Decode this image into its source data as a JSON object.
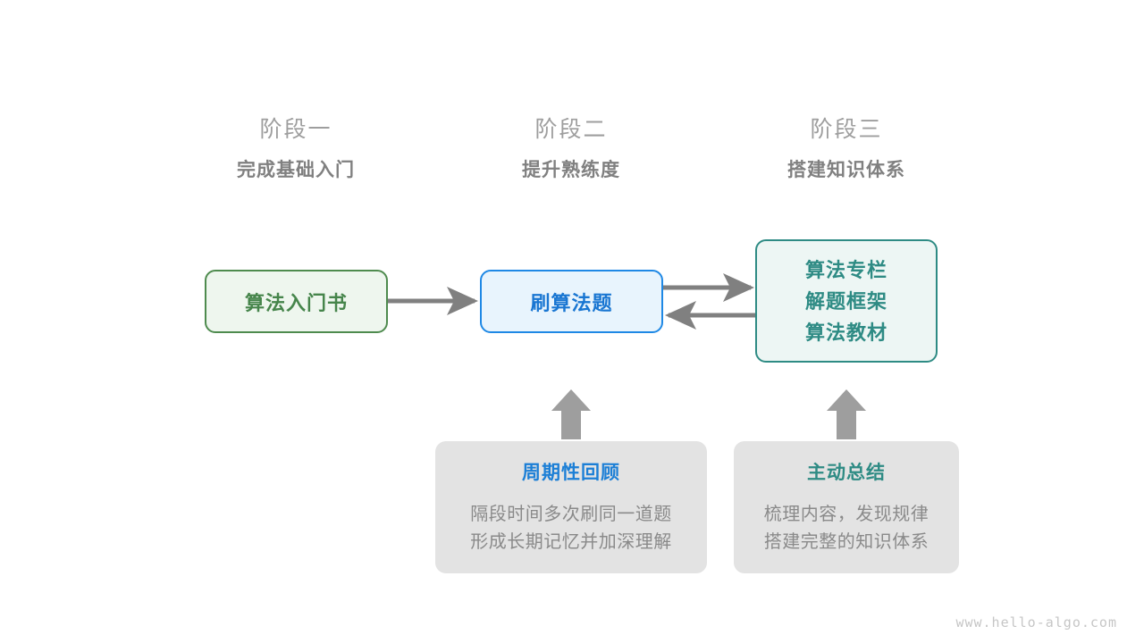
{
  "diagram": {
    "stages": [
      {
        "number": "阶段一",
        "title": "完成基础入门"
      },
      {
        "number": "阶段二",
        "title": "提升熟练度"
      },
      {
        "number": "阶段三",
        "title": "搭建知识体系"
      }
    ],
    "nodes": {
      "book": {
        "label": "算法入门书"
      },
      "practice": {
        "label": "刷算法题"
      },
      "system": {
        "line1": "算法专栏",
        "line2": "解题框架",
        "line3": "算法教材"
      }
    },
    "notes": [
      {
        "title": "周期性回顾",
        "line1": "隔段时间多次刷同一道题",
        "line2": "形成长期记忆并加深理解"
      },
      {
        "title": "主动总结",
        "line1": "梳理内容，发现规律",
        "line2": "搭建完整的知识体系"
      }
    ],
    "watermark": "www.hello-algo.com",
    "colors": {
      "green": "#46854b",
      "blue": "#1976d2",
      "teal": "#2e8b84",
      "gray_arrow": "#808080",
      "note_bg": "#e3e3e3",
      "stage_number": "#9e9e9e",
      "stage_title": "#808080"
    }
  }
}
